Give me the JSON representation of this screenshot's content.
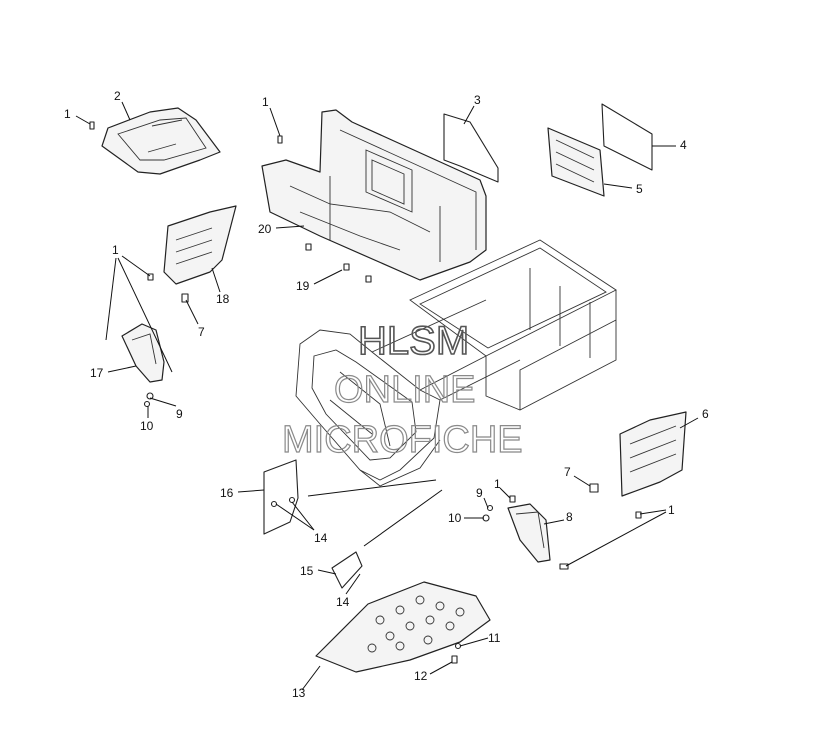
{
  "watermark": {
    "line1": "HLSM",
    "line2": "ONLINE",
    "line3": "MICROFICHE"
  },
  "callouts": {
    "c1a": "1",
    "c1b": "1",
    "c1c": "1",
    "c1d": "1",
    "c1e": "1",
    "c2": "2",
    "c3": "3",
    "c4": "4",
    "c5": "5",
    "c6": "6",
    "c7a": "7",
    "c7b": "7",
    "c8": "8",
    "c9a": "9",
    "c9b": "9",
    "c10a": "10",
    "c10b": "10",
    "c11": "11",
    "c12": "12",
    "c13": "13",
    "c14a": "14",
    "c14b": "14",
    "c15": "15",
    "c16": "16",
    "c17": "17",
    "c18": "18",
    "c19": "19",
    "c20": "20"
  }
}
